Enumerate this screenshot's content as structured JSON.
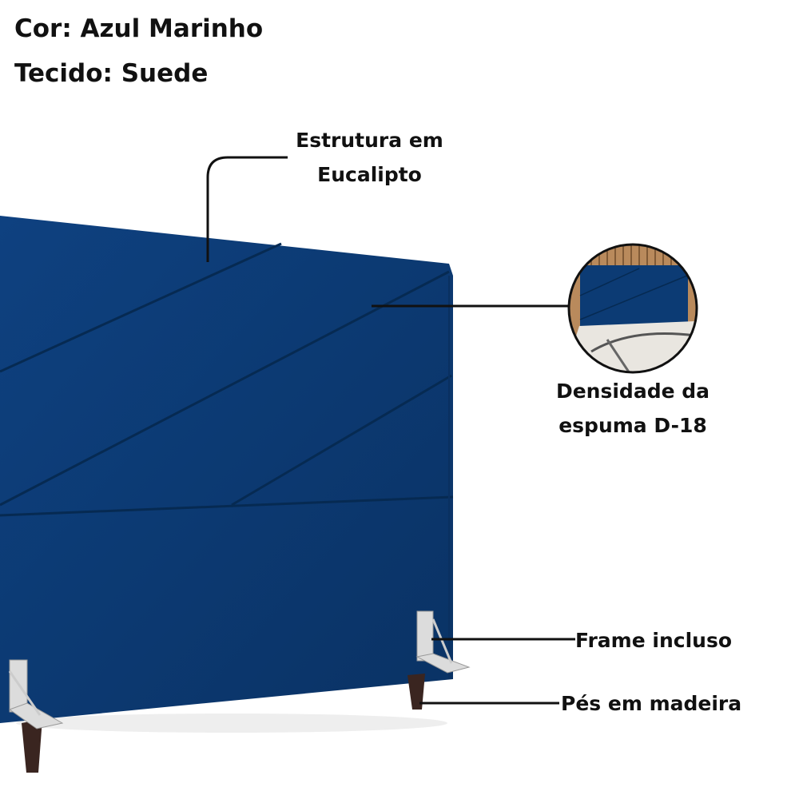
{
  "header": {
    "color_line": "Cor: Azul Marinho",
    "fabric_line": "Tecido: Suede"
  },
  "callouts": {
    "structure": [
      "Estrutura em",
      "Eucalipto"
    ],
    "foam": [
      "Densidade da",
      "espuma D-18"
    ],
    "frame": "Frame incluso",
    "feet": "Pés em madeira"
  },
  "colors": {
    "fabric": "#0b3a6e",
    "seam": "#062a52",
    "leg": "#3a2520",
    "bracket": "#d8d8d8"
  }
}
